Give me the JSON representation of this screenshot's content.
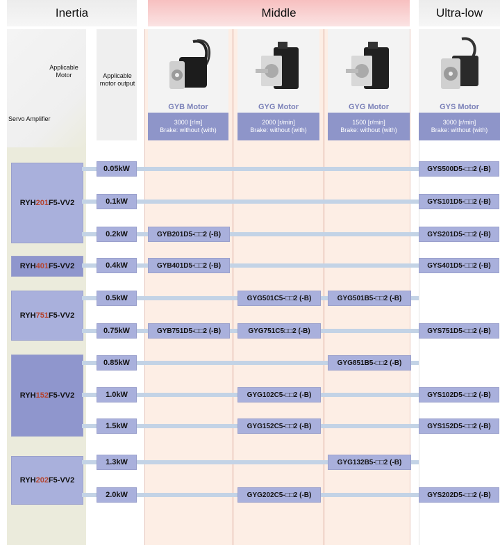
{
  "header": {
    "inertia": "Inertia",
    "middle": "Middle",
    "ultra_low": "Ultra-low"
  },
  "labels": {
    "applicable_motor": "Applicable Motor",
    "applicable_motor_output": "Applicable motor output",
    "servo_amplifier": "Servo Amplifier"
  },
  "motors": [
    {
      "name": "GYB Motor",
      "speed": "3000 [r/m]",
      "brake": "Brake: without (with)"
    },
    {
      "name": "GYG Motor",
      "speed": "2000 [r/min]",
      "brake": "Brake: without (with)"
    },
    {
      "name": "GYG Motor",
      "speed": "1500 [r/min]",
      "brake": "Brake: without (with)"
    },
    {
      "name": "GYS Motor",
      "speed": "3000 [r/min]",
      "brake": "Brake: without (with)"
    }
  ],
  "amplifiers": [
    {
      "pre": "RYH",
      "num": "201",
      "post": "F5-VV2"
    },
    {
      "pre": "RYH",
      "num": "401",
      "post": "F5-VV2"
    },
    {
      "pre": "RYH",
      "num": "751",
      "post": "F5-VV2"
    },
    {
      "pre": "RYH",
      "num": "152",
      "post": "F5-VV2"
    },
    {
      "pre": "RYH",
      "num": "202",
      "post": "F5-VV2"
    }
  ],
  "rows": [
    {
      "kw": "0.05kW",
      "gyb": "",
      "gyg2000": "",
      "gyg1500": "",
      "gys": "GYS500D5-□□2 (-B)"
    },
    {
      "kw": "0.1kW",
      "gyb": "",
      "gyg2000": "",
      "gyg1500": "",
      "gys": "GYS101D5-□□2 (-B)"
    },
    {
      "kw": "0.2kW",
      "gyb": "GYB201D5-□□2 (-B)",
      "gyg2000": "",
      "gyg1500": "",
      "gys": "GYS201D5-□□2 (-B)"
    },
    {
      "kw": "0.4kW",
      "gyb": "GYB401D5-□□2 (-B)",
      "gyg2000": "",
      "gyg1500": "",
      "gys": "GYS401D5-□□2 (-B)"
    },
    {
      "kw": "0.5kW",
      "gyb": "",
      "gyg2000": "GYG501C5-□□2 (-B)",
      "gyg1500": "GYG501B5-□□2 (-B)",
      "gys": ""
    },
    {
      "kw": "0.75kW",
      "gyb": "GYB751D5-□□2 (-B)",
      "gyg2000": "GYG751C5□□2 (-B)",
      "gyg1500": "",
      "gys": "GYS751D5-□□2 (-B)"
    },
    {
      "kw": "0.85kW",
      "gyb": "",
      "gyg2000": "",
      "gyg1500": "GYG851B5-□□2 (-B)",
      "gys": ""
    },
    {
      "kw": "1.0kW",
      "gyb": "",
      "gyg2000": "GYG102C5-□□2 (-B)",
      "gyg1500": "",
      "gys": "GYS102D5-□□2 (-B)"
    },
    {
      "kw": "1.5kW",
      "gyb": "",
      "gyg2000": "GYG152C5-□□2 (-B)",
      "gyg1500": "",
      "gys": "GYS152D5-□□2 (-B)"
    },
    {
      "kw": "1.3kW",
      "gyb": "",
      "gyg2000": "",
      "gyg1500": "GYG132B5-□□2 (-B)",
      "gys": ""
    },
    {
      "kw": "2.0kW",
      "gyb": "",
      "gyg2000": "GYG202C5-□□2 (-B)",
      "gyg1500": "",
      "gys": "GYS202D5-□□2 (-B)"
    }
  ]
}
